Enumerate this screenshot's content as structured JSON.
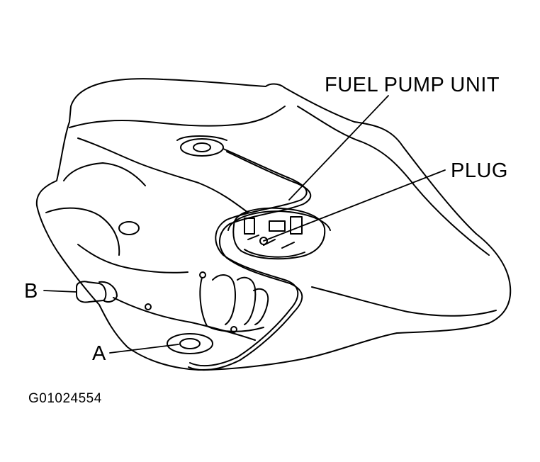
{
  "labels": {
    "fuel_pump_unit": "FUEL PUMP UNIT",
    "plug": "PLUG",
    "b": "B",
    "a": "A"
  },
  "figure_code": "G01024554",
  "colors": {
    "ink": "#000000",
    "paper": "#ffffff"
  }
}
